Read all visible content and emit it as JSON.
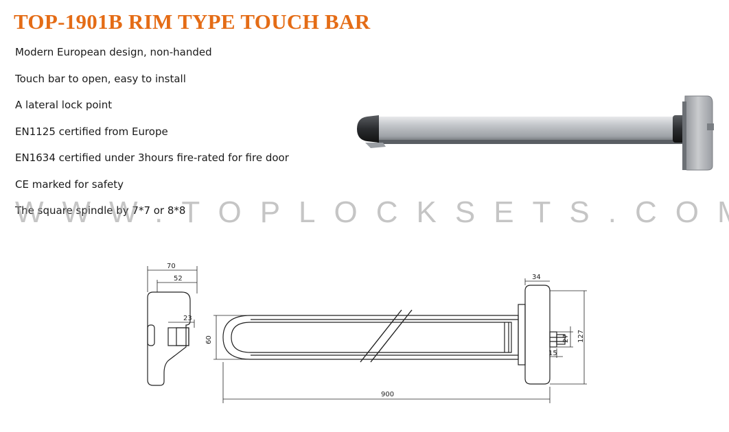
{
  "title": "TOP-1901B RIM TYPE TOUCH BAR",
  "features": [
    " Modern European design, non-handed",
    "Touch bar to open, easy to install",
    "A lateral lock point",
    "EN1125 certified from Europe",
    "EN1634 certified under 3hours fire-rated for fire door",
    "CE marked for safety",
    "The square spindle by 7*7 or 8*8"
  ],
  "watermark": "WWW.TOPLOCKSETS.COM",
  "dimensions": {
    "d70": "70",
    "d52": "52",
    "d23": "23",
    "d60": "60",
    "d900": "900",
    "d34": "34",
    "d27": "27",
    "d15": "15",
    "d127": "127"
  },
  "colors": {
    "title": "#e46c16",
    "bar": "#b9bcc0"
  }
}
